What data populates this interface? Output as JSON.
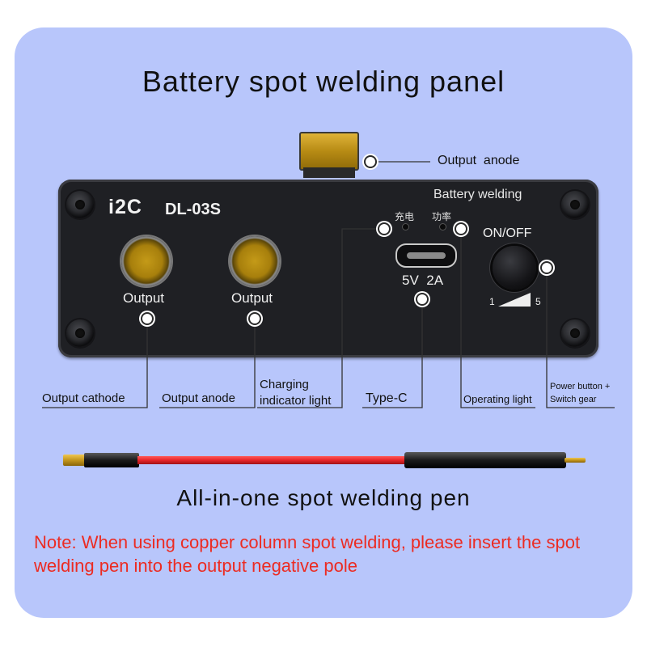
{
  "title": "Battery spot welding panel",
  "panel": {
    "brand": "i2C",
    "model": "DL-03S",
    "header": "Battery welding",
    "socket_left_label": "Output",
    "socket_right_label": "Output",
    "led_charge_label": "充电",
    "led_power_label": "功率",
    "typec_label": "5V  2A",
    "onoff_label": "ON/OFF",
    "gear_min": "1",
    "gear_max": "5"
  },
  "callouts": {
    "top_connector": "Output  anode",
    "cathode": "Output cathode",
    "anode": "Output anode",
    "charging_line1": "Charging",
    "charging_line2": "indicator light",
    "typec": "Type-C",
    "operating": "Operating light",
    "power_line1": "Power button +",
    "power_line2": "Switch gear"
  },
  "pen_title": "All-in-one spot welding pen",
  "note": "Note: When using copper column spot welding, please insert the spot welding pen into the output negative pole",
  "colors": {
    "background": "#b8c6fb",
    "panel": "#1f2024",
    "note": "#ec2b22",
    "pen_wire": "#e8262a"
  }
}
